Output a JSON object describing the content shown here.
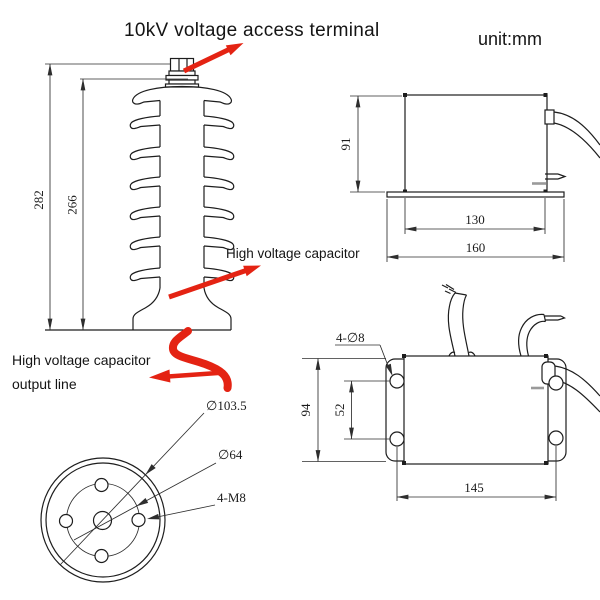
{
  "unit_note": "unit:mm",
  "annotations": {
    "terminal_label": "10kV voltage access terminal",
    "capacitor_label": "High voltage capacitor",
    "output_line_label_1": "High voltage capacitor",
    "output_line_label_2": "output line"
  },
  "dimensions": {
    "front_view": {
      "overall_height": "282",
      "insulator_height": "266"
    },
    "side_view": {
      "height": "91",
      "body_width": "130",
      "base_width": "160"
    },
    "top_view": {
      "width": "94",
      "hole_pitch": "52",
      "hole_span": "145",
      "mount_holes": "4-∅8"
    },
    "bottom_view": {
      "outer_diameter": "∅103.5",
      "bolt_circle": "∅64",
      "thread_holes": "4-M8"
    }
  },
  "colors": {
    "line": "#1d1d1d",
    "accent_red": "#e42313",
    "mark_gray": "#9a9a9a"
  }
}
